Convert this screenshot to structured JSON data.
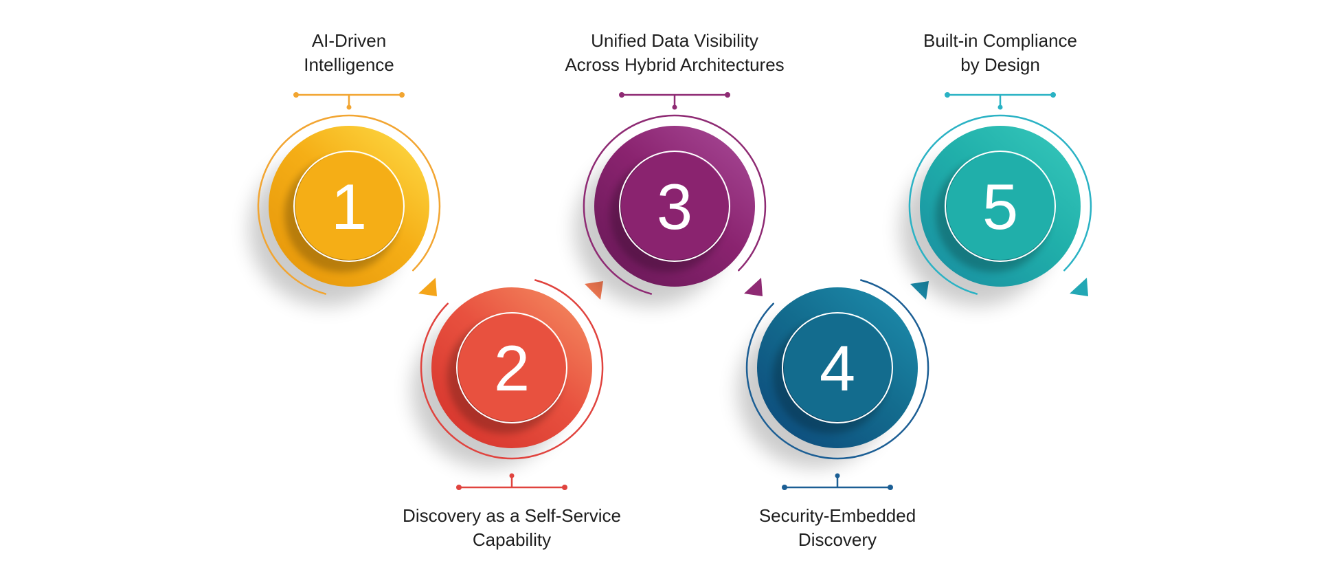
{
  "steps": [
    {
      "number": "1",
      "title": "AI-Driven\nIntelligence",
      "color": "#F5AE16",
      "light": "#FCD13B",
      "dark": "#E89A0C",
      "connector_color": "#F2A531",
      "arrow_color": "#F4A51A",
      "label_position": "top"
    },
    {
      "number": "2",
      "title": "Discovery as a Self-Service\nCapability",
      "color": "#E8513F",
      "light": "#F2805A",
      "dark": "#D8382F",
      "connector_color": "#E0433E",
      "arrow_color": "#EE7751",
      "label_position": "bottom"
    },
    {
      "number": "3",
      "title": "Unified Data Visibility\nAcross Hybrid Architectures",
      "color": "#8A236F",
      "light": "#A1418E",
      "dark": "#6E1A5B",
      "connector_color": "#8E2A73",
      "arrow_color": "#8E2A73",
      "label_position": "top"
    },
    {
      "number": "4",
      "title": "Security-Embedded\nDiscovery",
      "color": "#136C8E",
      "light": "#1B86A6",
      "dark": "#0E4F7E",
      "connector_color": "#1B5E94",
      "arrow_color": "#1A88A6",
      "label_position": "bottom"
    },
    {
      "number": "5",
      "title": "Built-in Compliance\nby Design",
      "color": "#20AFAA",
      "light": "#31C2B7",
      "dark": "#1A94A2",
      "connector_color": "#2AB2C4",
      "arrow_color": "#22A7B4",
      "label_position": "top"
    }
  ]
}
